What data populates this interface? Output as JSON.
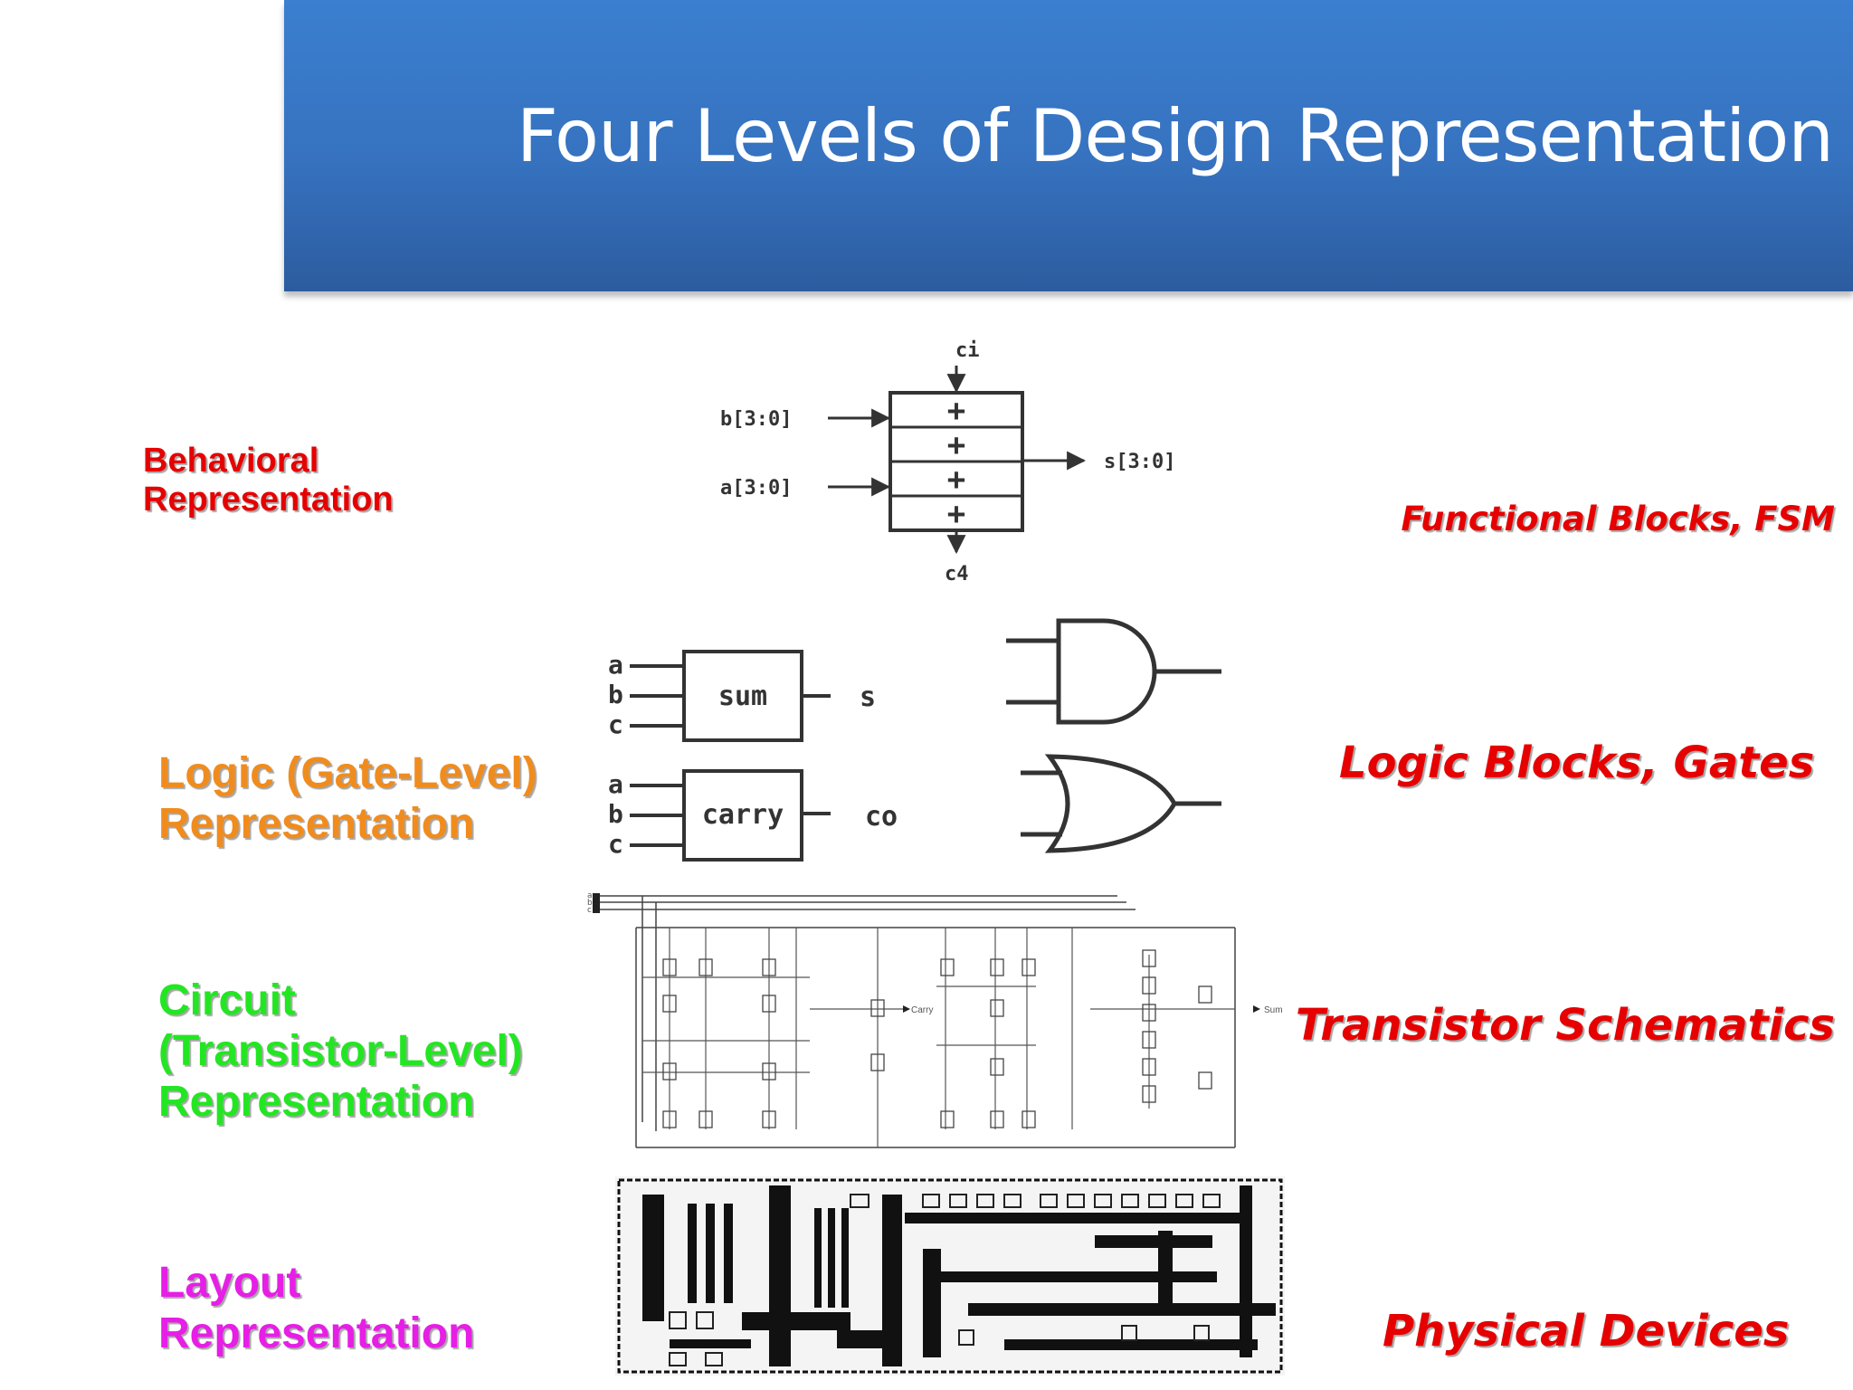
{
  "slide": {
    "title": "Four Levels of Design Representation"
  },
  "levels": [
    {
      "lines": [
        "Behavioral",
        "Representation"
      ],
      "color": "#e60000",
      "description": "Functional Blocks, FSM"
    },
    {
      "lines": [
        "Logic (Gate-Level)",
        "Representation"
      ],
      "color": "#f08c1e",
      "description": "Logic Blocks, Gates"
    },
    {
      "lines": [
        "Circuit",
        "(Transistor-Level)",
        "Representation"
      ],
      "color": "#23e623",
      "description": "Transistor Schematics"
    },
    {
      "lines": [
        "Layout",
        "Representation"
      ],
      "color": "#e61ee6",
      "description": "Physical Devices"
    }
  ],
  "behavioral_diagram": {
    "carry_in": "ci",
    "input_b": "b[3:0]",
    "input_a": "a[3:0]",
    "output_s": "s[3:0]",
    "carry_out": "c4",
    "cell_symbol": "+"
  },
  "logic_diagram": {
    "sum_block": "sum",
    "carry_block": "carry",
    "inputs": [
      "a",
      "b",
      "c"
    ],
    "sum_output": "s",
    "carry_output": "co"
  },
  "circuit_diagram": {
    "inputs": [
      "a",
      "b",
      "c"
    ],
    "carry_output": "Carry",
    "sum_output": "Sum"
  }
}
